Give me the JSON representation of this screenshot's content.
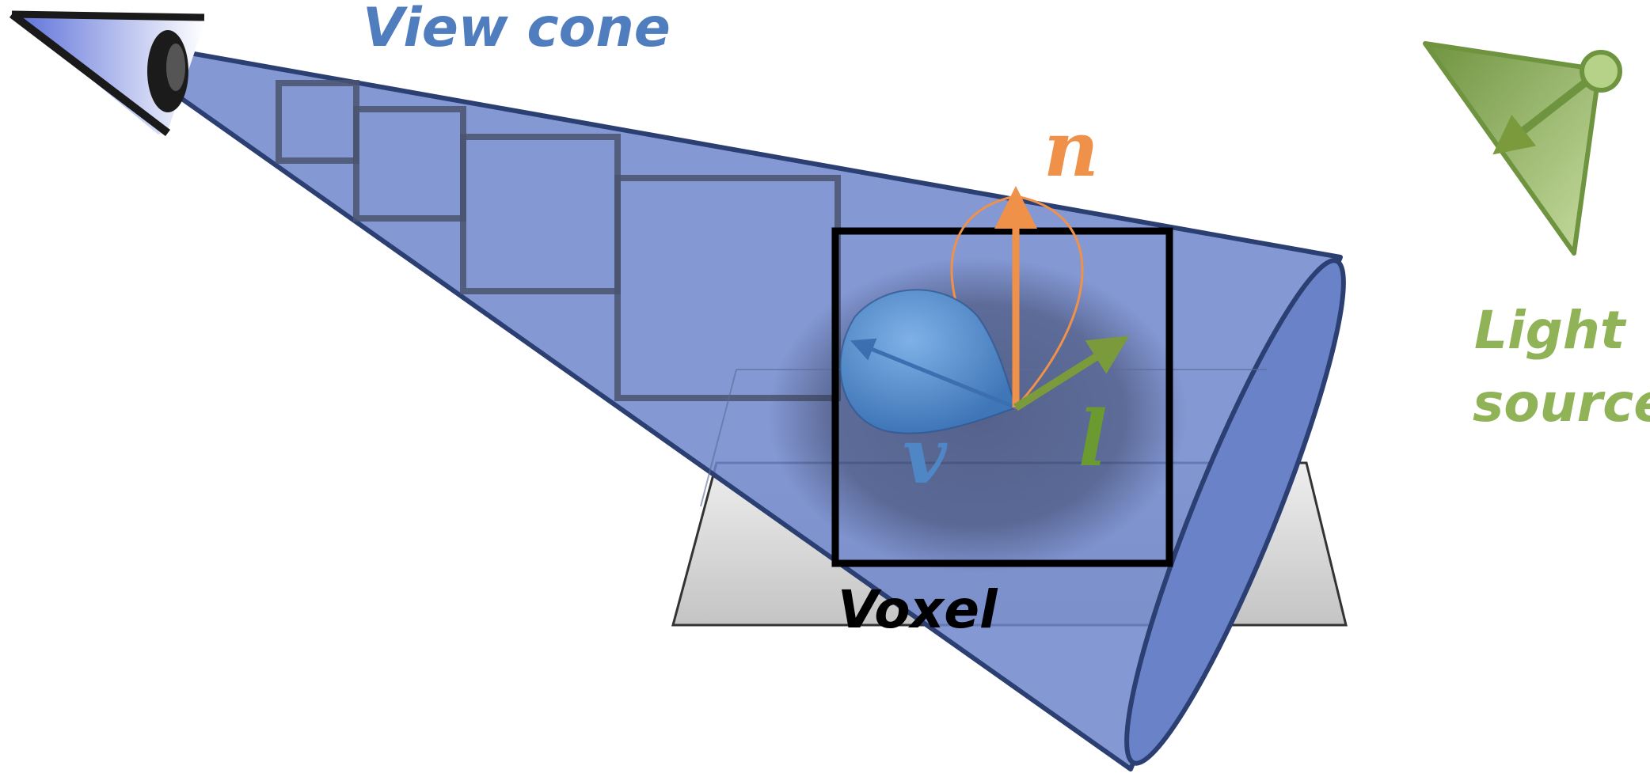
{
  "labels": {
    "view_cone": "View cone",
    "voxel": "Voxel",
    "light_source_line1": "Light",
    "light_source_line2": "source",
    "normal": "n",
    "view_vector": "v",
    "light_vector": "l"
  },
  "colors": {
    "cone_fill": "#6f86cc",
    "cone_stroke": "#2c3f72",
    "view_label": "#4f7dbd",
    "normal": "#f0914a",
    "light": "#7a9a3c",
    "light_label": "#8fb356",
    "view_lobe": "#4d86c8",
    "voxel_box": "#000000",
    "floor": "#cccccc"
  },
  "icons": {
    "eye": "eye-icon",
    "light": "light-source-icon"
  }
}
